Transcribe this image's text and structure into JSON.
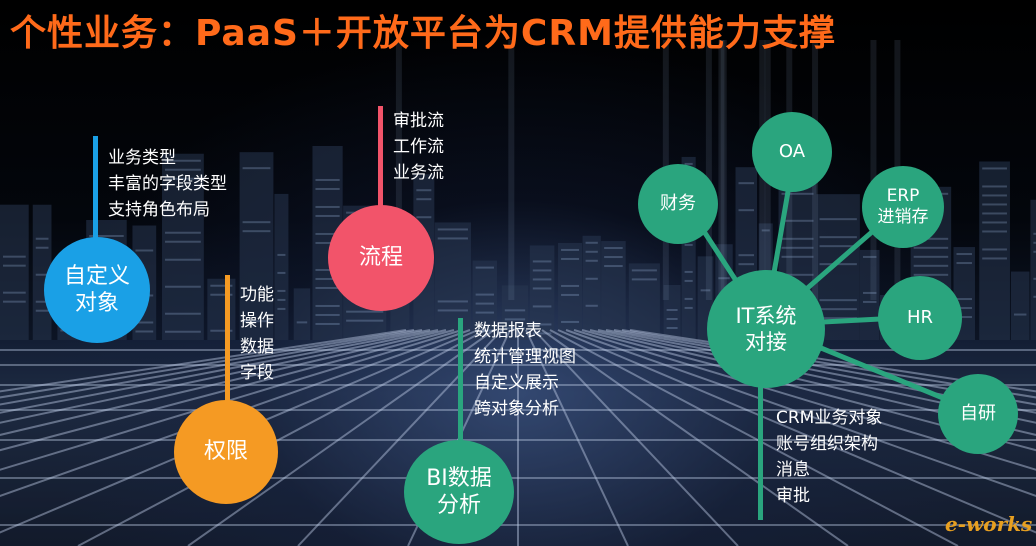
{
  "title": "个性业务：PaaS＋开放平台为CRM提供能力支撑",
  "colors": {
    "title": "#ff6a1a",
    "blue": "#1aa0e6",
    "orange": "#f59a23",
    "red": "#f2546a",
    "green": "#2aa57e"
  },
  "custom_object": {
    "label_line1": "自定义",
    "label_line2": "对象",
    "items": [
      "业务类型",
      "丰富的字段类型",
      "支持角色布局"
    ]
  },
  "permission": {
    "label": "权限",
    "items": [
      "功能",
      "操作",
      "数据",
      "字段"
    ]
  },
  "process": {
    "label": "流程",
    "items": [
      "审批流",
      "工作流",
      "业务流"
    ]
  },
  "bi": {
    "label_line1": "BI数据",
    "label_line2": "分析",
    "items": [
      "数据报表",
      "统计管理视图",
      "自定义展示",
      "跨对象分析"
    ]
  },
  "it": {
    "label_line1": "IT系统",
    "label_line2": "对接",
    "items": [
      "CRM业务对象",
      "账号组织架构",
      "消息",
      "审批"
    ],
    "satellites": {
      "finance": "财务",
      "oa": "OA",
      "erp_line1": "ERP",
      "erp_line2": "进销存",
      "hr": "HR",
      "self_dev": "自研"
    }
  },
  "logo_text": "e-works"
}
